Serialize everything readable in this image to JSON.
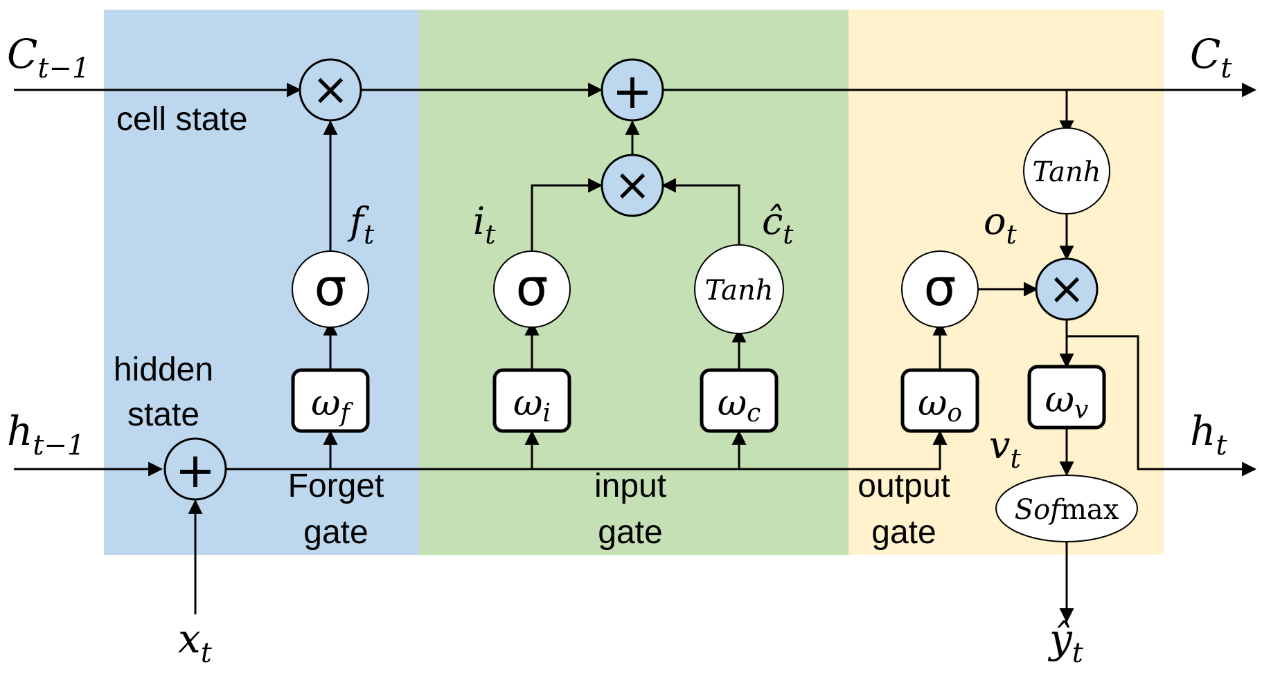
{
  "colors": {
    "forget_region": "#bdd7ee",
    "input_region": "#c5e0b4",
    "output_region": "#fff2cc",
    "operator_fill": "#bdd7ee",
    "line": "#000000"
  },
  "io": {
    "c_prev": {
      "base": "C",
      "sub": "t−1"
    },
    "c_next": {
      "base": "C",
      "sub": "t"
    },
    "h_prev": {
      "base": "h",
      "sub": "t−1"
    },
    "h_next": {
      "base": "h",
      "sub": "t"
    },
    "x_in": {
      "base": "x",
      "sub": "t"
    },
    "y_out": {
      "base": "ŷ",
      "sub": "t"
    }
  },
  "labels": {
    "cell_state": "cell state",
    "hidden_state_line1": "hidden",
    "hidden_state_line2": "state",
    "forget_gate_line1": "Forget",
    "forget_gate_line2": "gate",
    "input_gate_line1": "input",
    "input_gate_line2": "gate",
    "output_gate_line1": "output",
    "output_gate_line2": "gate"
  },
  "signals": {
    "f": {
      "base": "f",
      "sub": "t"
    },
    "i": {
      "base": "i",
      "sub": "t"
    },
    "c_hat": {
      "base": "ĉ",
      "sub": "t"
    },
    "o": {
      "base": "o",
      "sub": "t"
    },
    "v": {
      "base": "v",
      "sub": "t"
    }
  },
  "operators": {
    "multiply": "×",
    "add": "+"
  },
  "activations": {
    "sigma": "σ",
    "tanh": "Tanh",
    "softmax_italic": "Sof",
    "softmax_upright": "max"
  },
  "weights": {
    "forget": {
      "base": "ω",
      "sub": "f"
    },
    "input": {
      "base": "ω",
      "sub": "i"
    },
    "candidate": {
      "base": "ω",
      "sub": "c"
    },
    "output": {
      "base": "ω",
      "sub": "o"
    },
    "v": {
      "base": "ω",
      "sub": "v"
    }
  }
}
